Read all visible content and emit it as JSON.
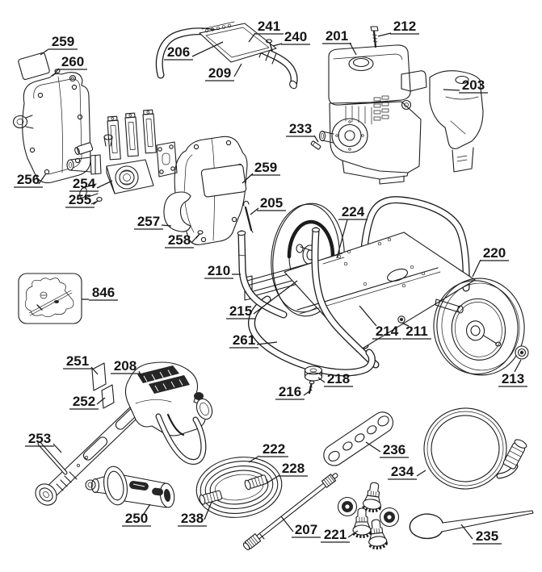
{
  "diagram": {
    "kind": "exploded-parts-diagram",
    "colors": {
      "line": "#1c1c1c",
      "background": "#ffffff",
      "dark_fill": "#262626"
    },
    "callouts": [
      {
        "label": "259"
      },
      {
        "label": "260"
      },
      {
        "label": "206"
      },
      {
        "label": "241"
      },
      {
        "label": "240"
      },
      {
        "label": "209"
      },
      {
        "label": "201"
      },
      {
        "label": "212"
      },
      {
        "label": "203"
      },
      {
        "label": "233"
      },
      {
        "label": "256"
      },
      {
        "label": "254"
      },
      {
        "label": "255"
      },
      {
        "label": "257"
      },
      {
        "label": "258"
      },
      {
        "label": "259"
      },
      {
        "label": "205"
      },
      {
        "label": "224"
      },
      {
        "label": "220"
      },
      {
        "label": "210"
      },
      {
        "label": "215"
      },
      {
        "label": "261"
      },
      {
        "label": "214"
      },
      {
        "label": "211"
      },
      {
        "label": "218"
      },
      {
        "label": "216"
      },
      {
        "label": "213"
      },
      {
        "label": "846"
      },
      {
        "label": "251"
      },
      {
        "label": "252"
      },
      {
        "label": "208"
      },
      {
        "label": "253"
      },
      {
        "label": "250"
      },
      {
        "label": "238"
      },
      {
        "label": "222"
      },
      {
        "label": "228"
      },
      {
        "label": "207"
      },
      {
        "label": "221"
      },
      {
        "label": "236"
      },
      {
        "label": "234"
      },
      {
        "label": "235"
      }
    ]
  }
}
